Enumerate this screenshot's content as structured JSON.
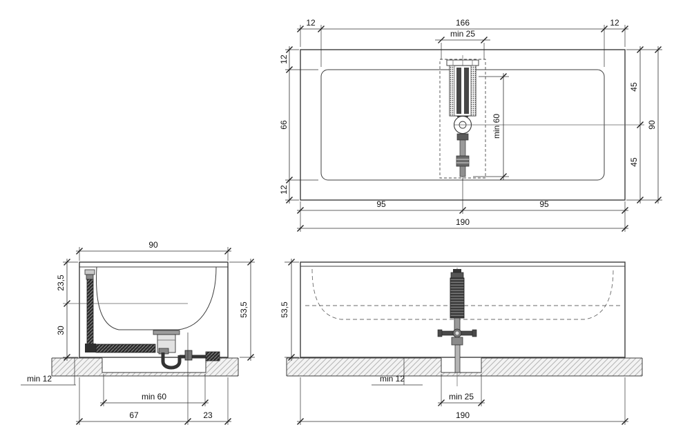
{
  "drawing": {
    "plan_view": {
      "top_offset_left": "12",
      "top_inner_width": "166",
      "top_offset_right": "12",
      "min_recess_width": "min 25",
      "left_offset_top": "12",
      "left_inner_length": "66",
      "left_offset_bottom": "12",
      "right_half_top": "45",
      "right_half_bottom": "45",
      "right_overall": "90",
      "min_clearance": "min 60",
      "bottom_half_left": "95",
      "bottom_half_right": "95",
      "bottom_overall": "190"
    },
    "side_view": {
      "overall_width": "90",
      "height_rim_to_drain": "23,5",
      "height_drain_to_floor": "30",
      "overall_height": "53,5",
      "min_floor_depth": "min 12",
      "min_recess_width": "min 60",
      "drain_offset": "67",
      "drain_to_edge": "23"
    },
    "front_view": {
      "overall_height": "53,5",
      "min_floor_depth": "min 12",
      "min_recess_width": "min 25",
      "overall_width": "190"
    }
  }
}
